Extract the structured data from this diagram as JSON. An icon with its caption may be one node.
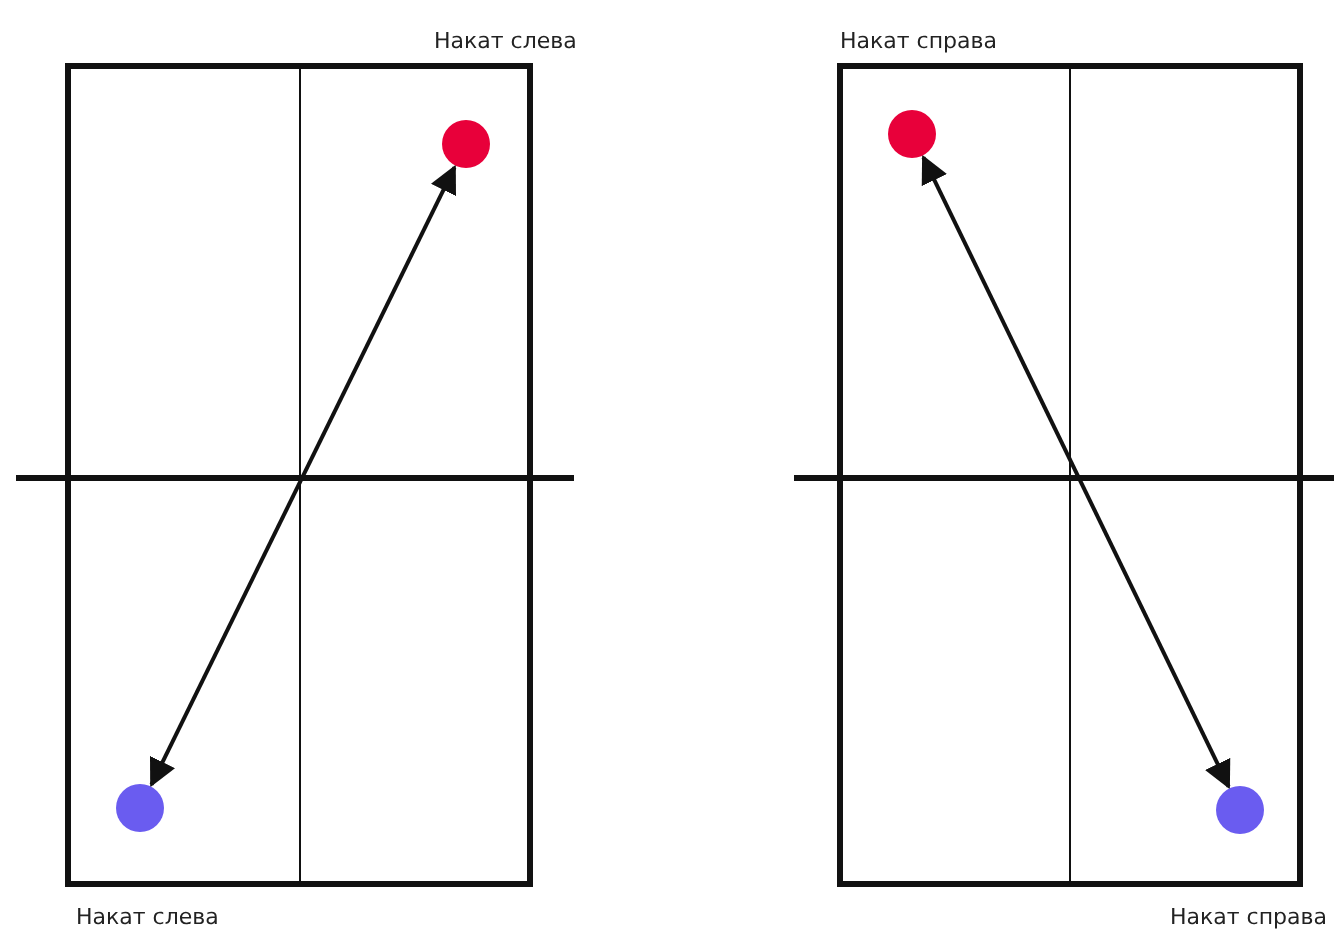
{
  "diagram": {
    "nodes": [
      {
        "text": [],
        "shape": "circle"
      },
      {
        "text": [],
        "shape": "circle"
      },
      {
        "text": [],
        "shape": "circle"
      },
      {
        "text": [],
        "shape": "circle"
      }
    ],
    "edges": [
      {
        "from": 0,
        "to": 1,
        "arrow": "both"
      },
      {
        "from": 2,
        "to": 3,
        "arrow": "both"
      }
    ],
    "labels": [
      "Накат слева",
      "Накат справа",
      "Накат слева",
      "Накат справа"
    ]
  }
}
